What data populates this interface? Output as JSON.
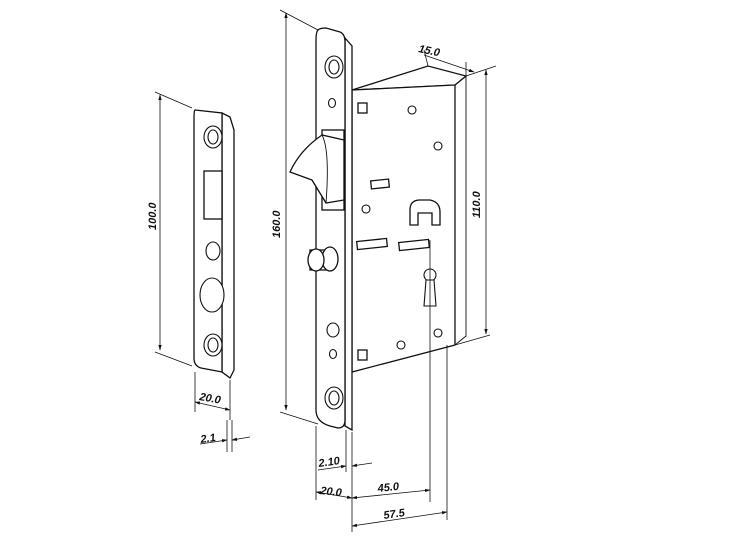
{
  "dimensions": {
    "strike_height": "100.0",
    "strike_width": "20.0",
    "strike_thickness": "2.1",
    "faceplate_height": "160.0",
    "faceplate_thickness": "2.10",
    "faceplate_width": "20.0",
    "backset": "45.0",
    "case_depth": "57.5",
    "case_height": "110.0",
    "case_offset": "15.0"
  }
}
